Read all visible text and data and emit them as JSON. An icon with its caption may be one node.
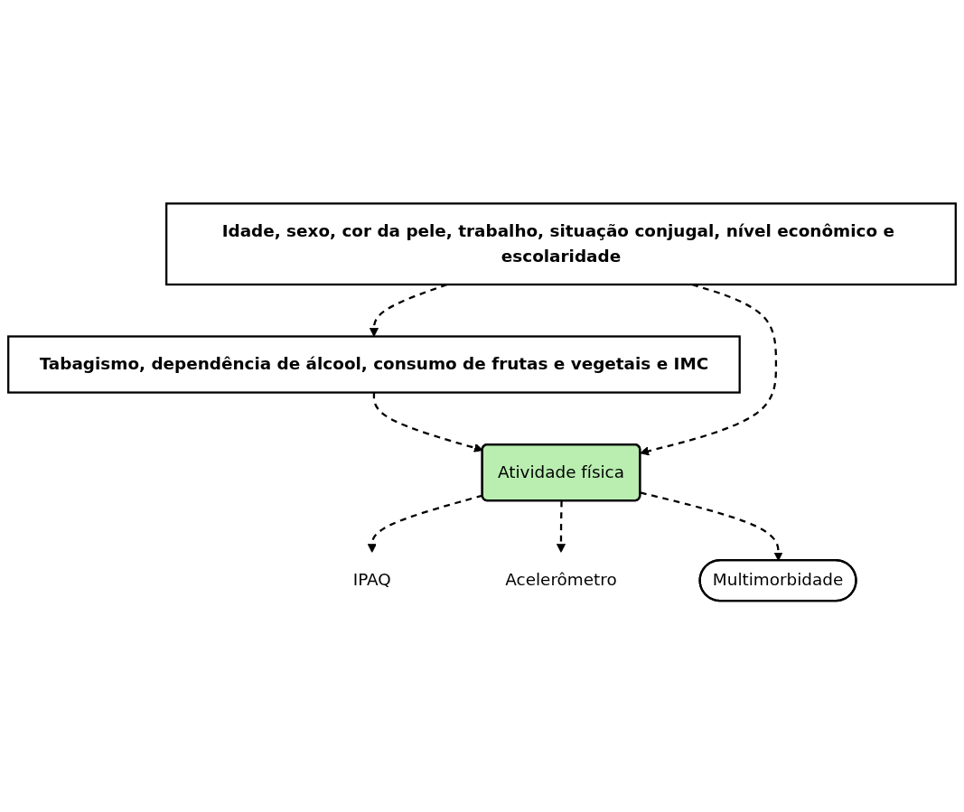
{
  "diagram": {
    "nodes": [
      {
        "text": [
          "Idade, sexo, cor da pele, trabalho, situação conjugal, nível econômico e escolaridade"
        ]
      },
      {
        "text": [
          "Tabagismo, dependência de álcool, consumo de frutas e vegetais e IMC"
        ]
      },
      {
        "text": [
          "Atividade física"
        ]
      },
      {
        "text": [
          "IPAQ"
        ]
      },
      {
        "text": [
          "Acelerômetro"
        ]
      },
      {
        "text": [
          "Multimorbidade"
        ]
      }
    ],
    "edges": [
      {
        "from": 0,
        "to": 1,
        "arrow": "to",
        "style": "dashed"
      },
      {
        "from": 1,
        "to": 2,
        "arrow": "to",
        "style": "dashed"
      },
      {
        "from": 0,
        "to": 2,
        "arrow": "to",
        "style": "dashed"
      },
      {
        "from": 2,
        "to": 3,
        "arrow": "to",
        "style": "dashed"
      },
      {
        "from": 2,
        "to": 4,
        "arrow": "to",
        "style": "dashed"
      },
      {
        "from": 2,
        "to": 5,
        "arrow": "to",
        "style": "dashed"
      }
    ]
  }
}
